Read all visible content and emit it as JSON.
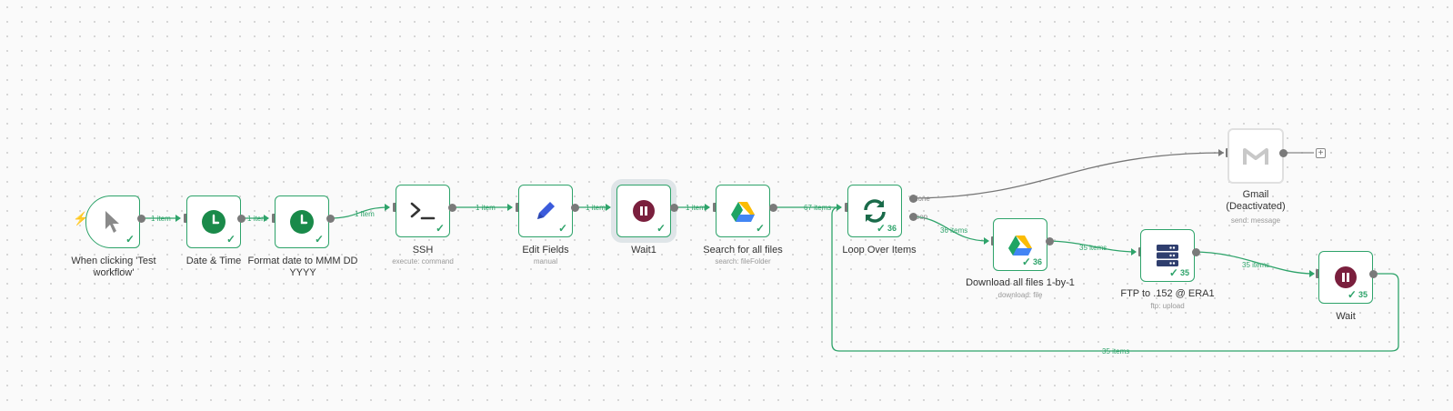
{
  "nodes": {
    "manual_trigger": {
      "label": "When clicking 'Test workflow'",
      "icon": "cursor-icon"
    },
    "date_time": {
      "label": "Date & Time",
      "icon": "clock-icon"
    },
    "format_date": {
      "label": "Format date to MMM DD YYYY",
      "icon": "clock-icon"
    },
    "ssh": {
      "label": "SSH",
      "subtitle": "execute: command",
      "icon": "terminal-icon"
    },
    "edit_fields": {
      "label": "Edit Fields",
      "subtitle": "manual",
      "icon": "pencil-icon"
    },
    "wait1": {
      "label": "Wait1",
      "icon": "pause-icon"
    },
    "search_files": {
      "label": "Search for all files",
      "subtitle": "search: fileFolder",
      "icon": "google-drive-icon"
    },
    "loop": {
      "label": "Loop Over Items",
      "count": "36",
      "icon": "loop-icon",
      "out_done": "done",
      "out_loop": "loop"
    },
    "download": {
      "label": "Download all files 1-by-1",
      "subtitle": "download: file",
      "count": "36",
      "icon": "google-drive-icon"
    },
    "ftp": {
      "label": "FTP to .152 @ ERA1",
      "subtitle": "ftp: upload",
      "count": "35",
      "icon": "server-icon"
    },
    "wait": {
      "label": "Wait",
      "count": "35",
      "icon": "pause-icon"
    },
    "gmail": {
      "label": "Gmail (Deactivated)",
      "subtitle": "send: message",
      "icon": "gmail-icon"
    }
  },
  "edges": {
    "e1": "1 item",
    "e2": "1 item",
    "e3": "1 item",
    "e4": "1 item",
    "e5": "1 item",
    "e6": "1 item",
    "e7": "67 items",
    "e8": "36 items",
    "e9": "35 items",
    "e10": "35 items",
    "e11": "35 items"
  },
  "colors": {
    "success": "#2ea36a",
    "clock": "#1a8a4a",
    "wait": "#7a1f3d",
    "pencil": "#3b5bdb",
    "loop": "#1a6b4a",
    "server": "#2f3e6e",
    "disabled": "#e0e0e0"
  }
}
